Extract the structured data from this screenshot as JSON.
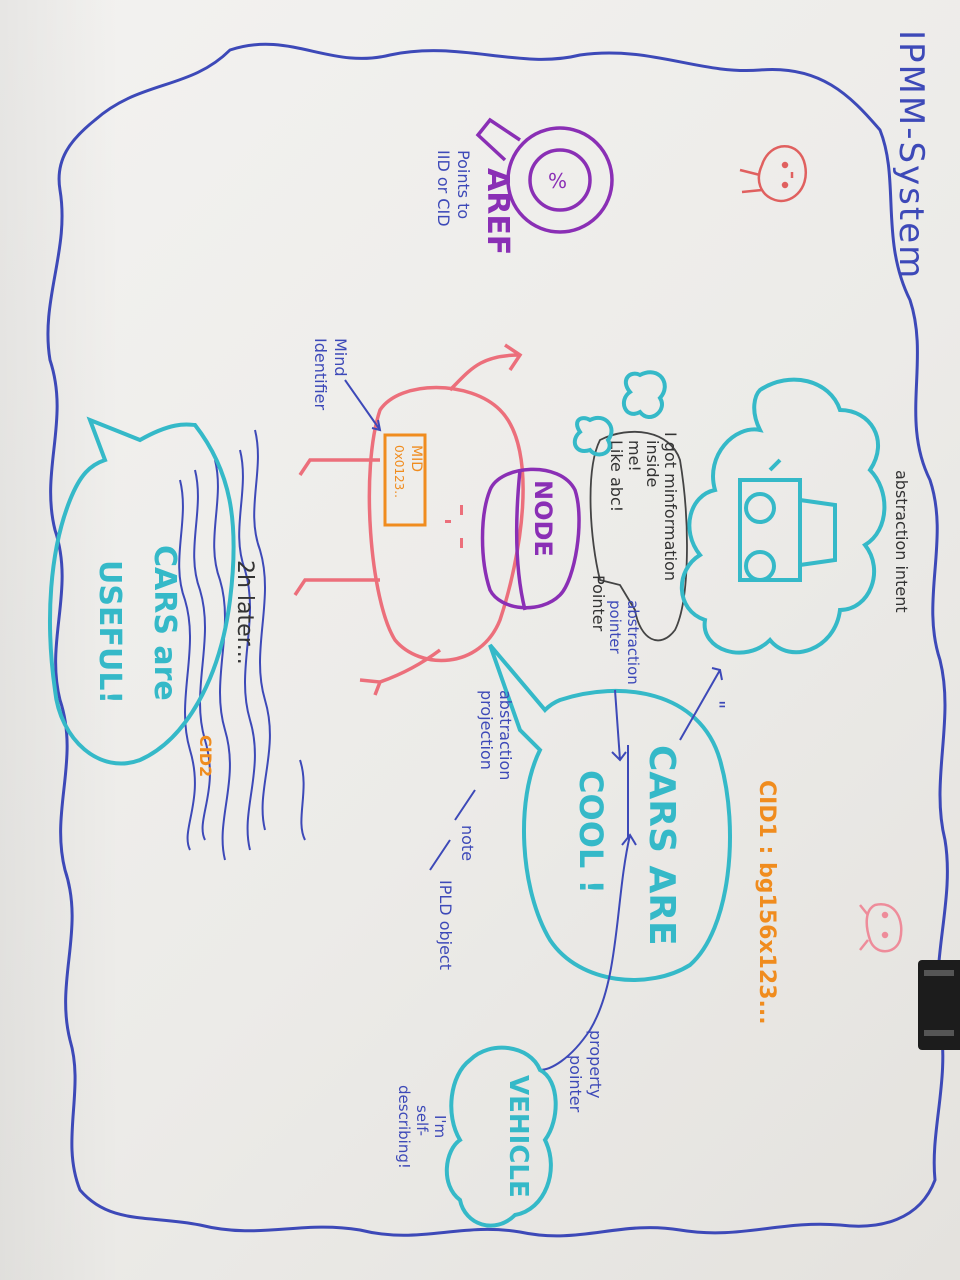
{
  "title": "IPMM-System",
  "aref": {
    "label": "AREF",
    "note_line1": "Points to",
    "note_line2": "IID or CID"
  },
  "node": {
    "label": "NODE",
    "mid_line1": "MID",
    "mid_line2": "0x0123..",
    "mind_identifier_line1": "Mind",
    "mind_identifier_line2": "Identifier"
  },
  "speech": {
    "line1": "I got minformation",
    "line2": "inside",
    "line3": "me!",
    "line4": "Like abc!",
    "line5": "Pointer"
  },
  "abstraction_intent": "abstraction intent",
  "abstraction_pointer_line1": "abstraction",
  "abstraction_pointer_line2": "pointer",
  "abstraction_projection_line1": "abstraction",
  "abstraction_projection_line2": "projection",
  "note_label": "note",
  "ipld_object": "IPLD object",
  "cars_cool": {
    "line1": "CARS ARE",
    "line2": "COOL !",
    "cid": "CID1 : bg156x123..."
  },
  "cars_useful": {
    "line1": "CARS are",
    "line2": "USEFUL!",
    "cid": "CID2"
  },
  "time_passing": "2h later...",
  "vehicle": {
    "label": "VEHICLE",
    "note_line1": "I'm",
    "note_line2": "self-",
    "note_line3": "describing!"
  },
  "property_pointer_line1": "property",
  "property_pointer_line2": "pointer",
  "ditto_mark": "\""
}
